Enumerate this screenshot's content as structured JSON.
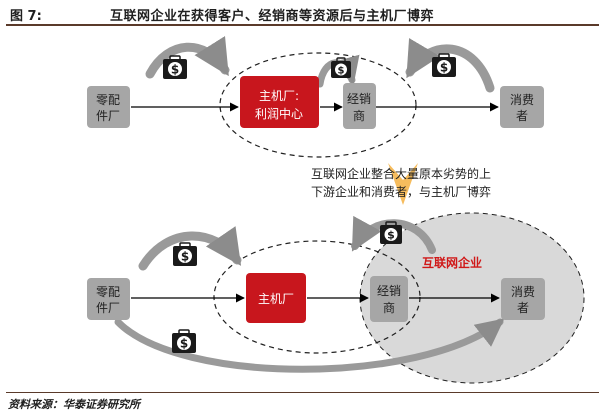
{
  "header": {
    "figure_number": "图 7:",
    "title": "互联网企业在获得客户、经销商等资源后与主机厂博弈"
  },
  "top": {
    "supplier": [
      "零配",
      "件厂"
    ],
    "oem": [
      "主机厂:",
      "利润中心"
    ],
    "dealer": [
      "经销",
      "商"
    ],
    "consumer": [
      "消费",
      "者"
    ]
  },
  "note": [
    "互联网企业整合大量原本劣势的上",
    "下游企业和消费者，与主机厂博弈"
  ],
  "bottom": {
    "supplier": [
      "零配",
      "件厂"
    ],
    "oem": "主机厂",
    "dealer": [
      "经销",
      "商"
    ],
    "consumer": [
      "消费",
      "者"
    ],
    "region_label": "互联网企业"
  },
  "money_symbol": "$",
  "footer": {
    "source": "资料来源：华泰证券研究所"
  },
  "colors": {
    "node_gray": "#a6a6a6",
    "oem_red": "#c8161d",
    "arrow_gray": "#8c8c8c",
    "accent_orange": "#f5b041",
    "region_gray": "#d9d9d9"
  }
}
